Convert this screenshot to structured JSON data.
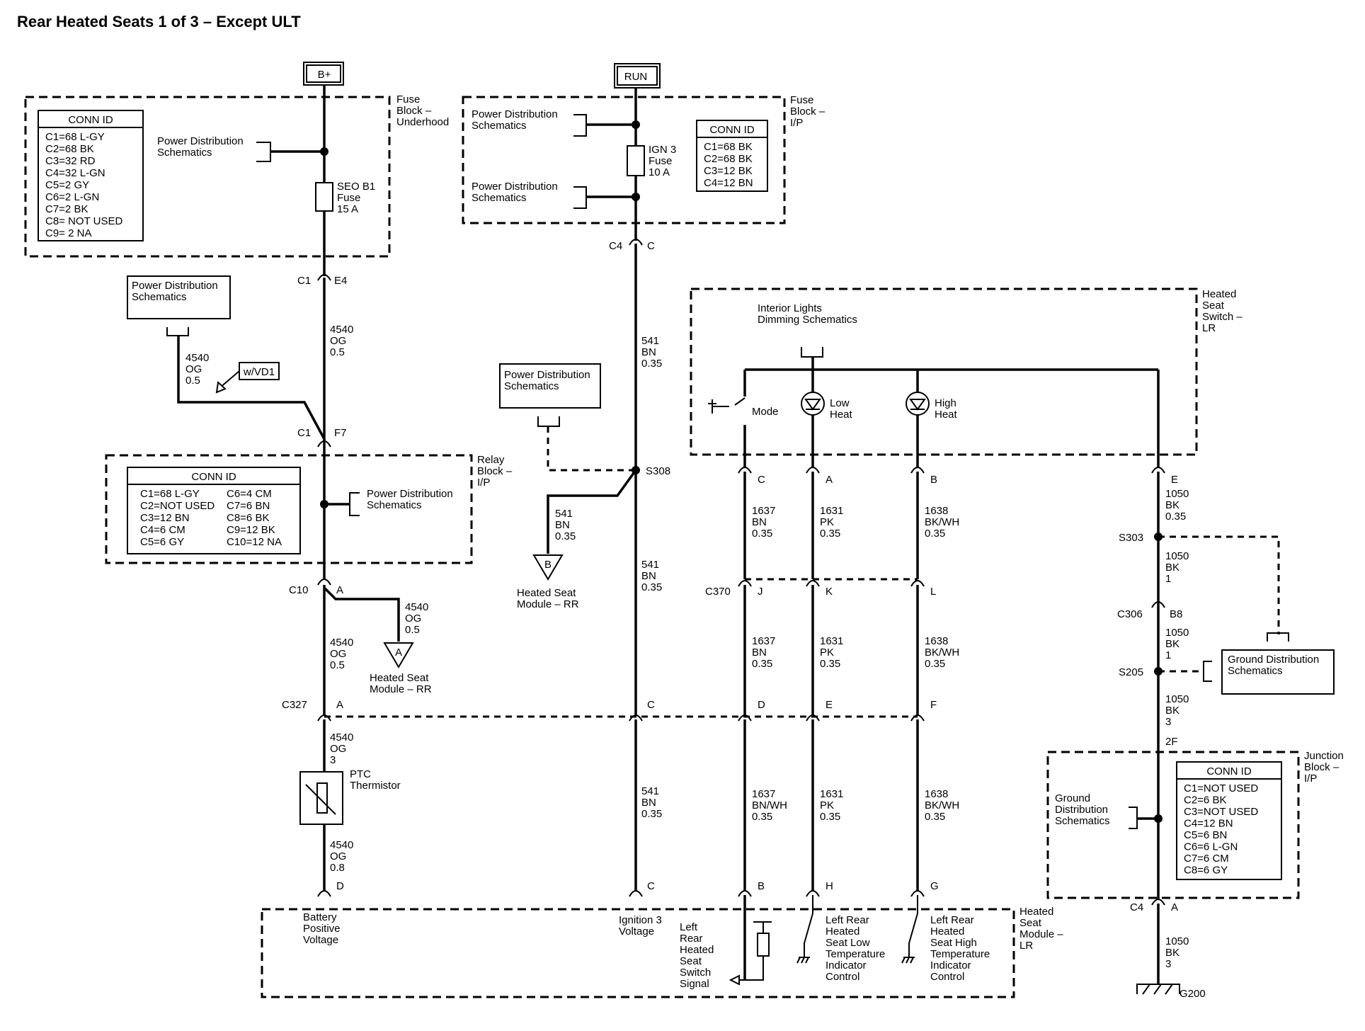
{
  "title": "Rear Heated Seats 1 of 3 – Except ULT",
  "power_sources": {
    "bplus": "B+",
    "run": "RUN"
  },
  "blocks": {
    "fuse_underhood": [
      "Fuse",
      "Block –",
      "Underhood"
    ],
    "fuse_ip": [
      "Fuse",
      "Block –",
      "I/P"
    ],
    "relay_ip": [
      "Relay",
      "Block –",
      "I/P"
    ],
    "heated_seat_switch": [
      "Heated",
      "Seat",
      "Switch –",
      "LR"
    ],
    "junction_ip": [
      "Junction",
      "Block –",
      "I/P"
    ],
    "heated_seat_module": [
      "Heated",
      "Seat",
      "Module –",
      "LR"
    ]
  },
  "conn_tables": {
    "underhood": {
      "header": "CONN ID",
      "rows": [
        "C1=68 L-GY",
        "C2=68 BK",
        "C3=32 RD",
        "C4=32 L-GN",
        "C5=2 GY",
        "C6=2 L-GN",
        "C7=2 BK",
        "C8= NOT USED",
        "C9= 2 NA"
      ]
    },
    "fuse_ip": {
      "header": "CONN ID",
      "rows": [
        "C1=68 BK",
        "C2=68 BK",
        "C3=12 BK",
        "C4=12 BN"
      ]
    },
    "relay": {
      "header": "CONN ID",
      "rows": [
        "C1=68 L-GY",
        "C2=NOT USED",
        "C3=12 BN",
        "C4=6 CM",
        "C5=6 GY",
        "C6=4 CM",
        "C7=6 BN",
        "C8=6 BK",
        "C9=12 BK",
        "C10=12 NA"
      ]
    },
    "junction": {
      "header": "CONN ID",
      "rows": [
        "C1=NOT USED",
        "C2=6 BK",
        "C3=NOT USED",
        "C4=12 BN",
        "C5=6 BN",
        "C6=6 L-GN",
        "C7=6 CM",
        "C8=6 GY"
      ]
    }
  },
  "refs": {
    "power_distribution": [
      "Power Distribution",
      "Schematics"
    ],
    "ground_distribution": [
      "Ground Distribution",
      "Schematics"
    ],
    "ground_distribution_2": [
      "Ground",
      "Distribution",
      "Schematics"
    ],
    "interior_lights": [
      "Interior Lights",
      "Dimming Schematics"
    ],
    "heated_seat_module_rr": [
      "Heated Seat",
      "Module – RR"
    ]
  },
  "fuses": {
    "seo": [
      "SEO B1",
      "Fuse",
      "15 A"
    ],
    "ign3": [
      "IGN 3",
      "Fuse",
      "10 A"
    ]
  },
  "option_tag": "w/VD1",
  "offpage": {
    "a": "A",
    "b": "B"
  },
  "wires": {
    "w4540_05": [
      "4540",
      "OG",
      "0.5"
    ],
    "w4540_3": [
      "4540",
      "OG",
      "3"
    ],
    "w4540_08": [
      "4540",
      "OG",
      "0.8"
    ],
    "w541": [
      "541",
      "BN",
      "0.35"
    ],
    "w1637": [
      "1637",
      "BN",
      "0.35"
    ],
    "w1637_bnwh": [
      "1637",
      "BN/WH",
      "0.35"
    ],
    "w1631": [
      "1631",
      "PK",
      "0.35"
    ],
    "w1638": [
      "1638",
      "BK/WH",
      "0.35"
    ],
    "w1050_035": [
      "1050",
      "BK",
      "0.35"
    ],
    "w1050_1": [
      "1050",
      "BK",
      "1"
    ],
    "w1050_3": [
      "1050",
      "BK",
      "3"
    ]
  },
  "connectors": {
    "c1": "C1",
    "e4": "E4",
    "f7": "F7",
    "c4": "C4",
    "c": "C",
    "c10": "C10",
    "a": "A",
    "c327": "C327",
    "d": "D",
    "e": "E",
    "f": "F",
    "b": "B",
    "h": "H",
    "g": "G",
    "j": "J",
    "k": "K",
    "l": "L",
    "c370": "C370",
    "c306": "C306",
    "b8": "B8",
    "p2f": "2F"
  },
  "splices": {
    "s308": "S308",
    "s303": "S303",
    "s205": "S205"
  },
  "ground": "G200",
  "components": {
    "ptc": [
      "PTC",
      "Thermistor"
    ],
    "mode": "Mode",
    "low_heat": [
      "Low",
      "Heat"
    ],
    "high_heat": [
      "High",
      "Heat"
    ]
  },
  "module_pins": {
    "battery": [
      "Battery",
      "Positive",
      "Voltage"
    ],
    "ignition": [
      "Ignition 3",
      "Voltage"
    ],
    "switch_signal": [
      "Left",
      "Rear",
      "Heated",
      "Seat",
      "Switch",
      "Signal"
    ],
    "low_temp": [
      "Left Rear",
      "Heated",
      "Seat Low",
      "Temperature",
      "Indicator",
      "Control"
    ],
    "high_temp": [
      "Left Rear",
      "Heated",
      "Seat High",
      "Temperature",
      "Indicator",
      "Control"
    ]
  }
}
